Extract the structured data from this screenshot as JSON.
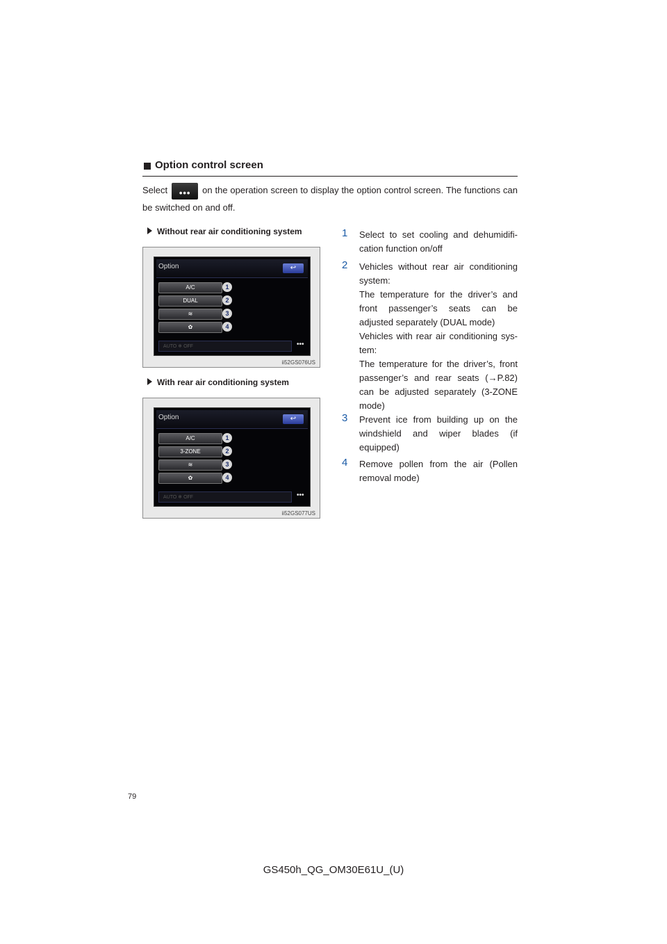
{
  "section": {
    "title": "Option control screen"
  },
  "intro": {
    "before": "Select",
    "button_glyph": "•••",
    "after": "on the operation screen to display the option control screen. The functions can be switched on and off."
  },
  "variant1": {
    "heading": "Without rear air conditioning system",
    "screen_title": "Option",
    "back_glyph": "↩",
    "buttons": [
      "A/C",
      "DUAL",
      "≋",
      "✿"
    ],
    "numbers": [
      "1",
      "2",
      "3",
      "4"
    ],
    "bottom_text": "AUTO   ❄ OFF",
    "more_glyph": "•••",
    "caption": "ii52GS076US"
  },
  "variant2": {
    "heading": "With rear air conditioning system",
    "screen_title": "Option",
    "back_glyph": "↩",
    "buttons": [
      "A/C",
      "3-ZONE",
      "≋",
      "✿"
    ],
    "numbers": [
      "1",
      "2",
      "3",
      "4"
    ],
    "bottom_text": "AUTO   ❄ OFF",
    "more_glyph": "•••",
    "caption": "ii52GS077US"
  },
  "items": [
    {
      "num": "1",
      "text": "Select to set cooling and dehumidifi-cation function on/off"
    },
    {
      "num": "2",
      "lines": [
        "Vehicles without rear air conditioning system:",
        "The temperature for the driver’s and front passenger’s seats can be adjusted separately (DUAL mode)",
        "Vehicles with rear air conditioning sys-tem:",
        "The temperature for the driver’s, front passenger’s and rear seats (→P.82) can be adjusted separately (3-ZONE mode)"
      ]
    },
    {
      "num": "3",
      "text": "Prevent ice from building up on the windshield and wiper blades (if equipped)"
    },
    {
      "num": "4",
      "text": "Remove pollen from the air (Pollen removal mode)"
    }
  ],
  "page_number": "79",
  "footer": "GS450h_QG_OM30E61U_(U)"
}
